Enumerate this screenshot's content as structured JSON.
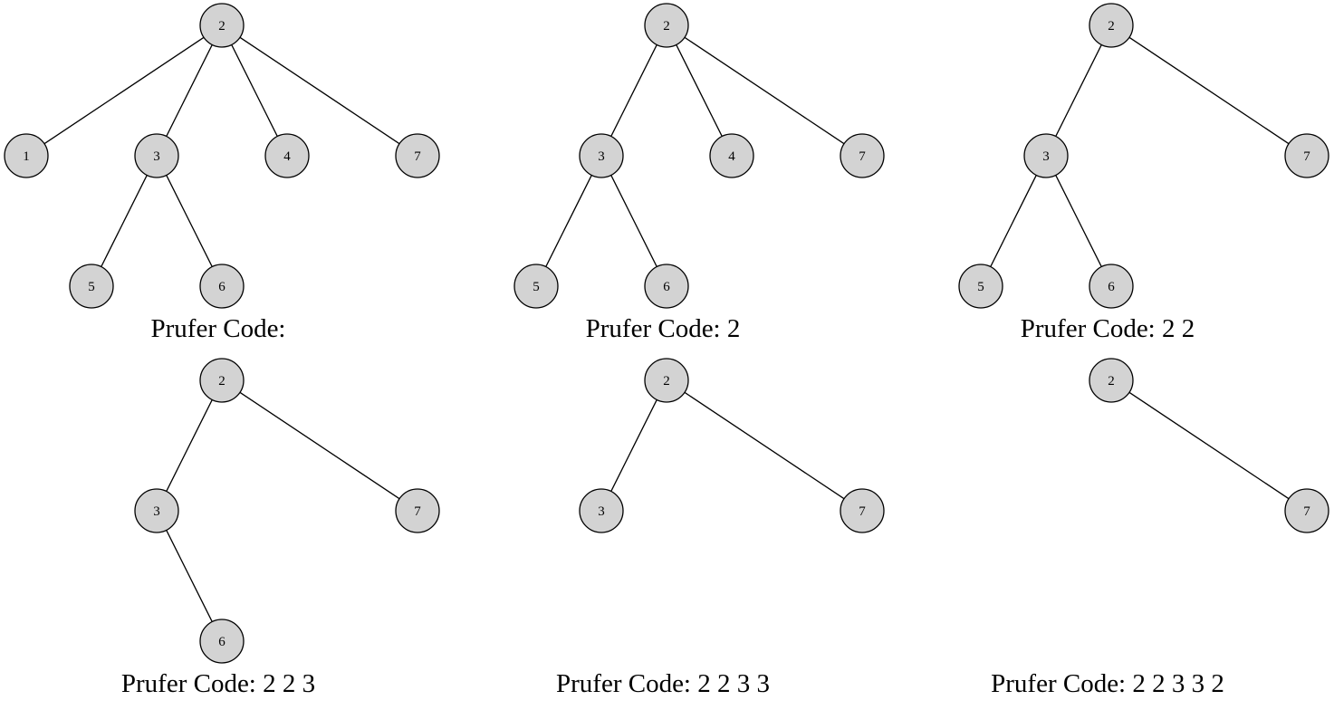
{
  "colors": {
    "node_fill": "#d3d3d3",
    "stroke": "#000000",
    "background": "#ffffff"
  },
  "panels": [
    {
      "caption": "Prufer Code:",
      "nodes": [
        "1",
        "2",
        "3",
        "4",
        "5",
        "6",
        "7"
      ],
      "edges": [
        [
          "2",
          "1"
        ],
        [
          "2",
          "3"
        ],
        [
          "2",
          "4"
        ],
        [
          "2",
          "7"
        ],
        [
          "3",
          "5"
        ],
        [
          "3",
          "6"
        ]
      ]
    },
    {
      "caption": "Prufer Code: 2",
      "nodes": [
        "2",
        "3",
        "4",
        "5",
        "6",
        "7"
      ],
      "edges": [
        [
          "2",
          "3"
        ],
        [
          "2",
          "4"
        ],
        [
          "2",
          "7"
        ],
        [
          "3",
          "5"
        ],
        [
          "3",
          "6"
        ]
      ]
    },
    {
      "caption": "Prufer Code: 2 2",
      "nodes": [
        "2",
        "3",
        "5",
        "6",
        "7"
      ],
      "edges": [
        [
          "2",
          "3"
        ],
        [
          "2",
          "7"
        ],
        [
          "3",
          "5"
        ],
        [
          "3",
          "6"
        ]
      ]
    },
    {
      "caption": "Prufer Code: 2 2 3",
      "nodes": [
        "2",
        "3",
        "6",
        "7"
      ],
      "edges": [
        [
          "2",
          "3"
        ],
        [
          "2",
          "7"
        ],
        [
          "3",
          "6"
        ]
      ]
    },
    {
      "caption": "Prufer Code: 2 2 3 3",
      "nodes": [
        "2",
        "3",
        "7"
      ],
      "edges": [
        [
          "2",
          "3"
        ],
        [
          "2",
          "7"
        ]
      ]
    },
    {
      "caption": "Prufer Code: 2 2 3 3 2",
      "nodes": [
        "2",
        "7"
      ],
      "edges": [
        [
          "2",
          "7"
        ]
      ]
    }
  ]
}
